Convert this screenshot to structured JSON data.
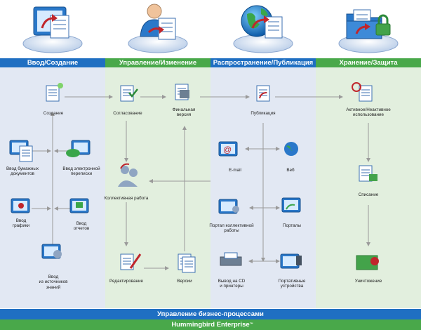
{
  "columns": [
    {
      "title": "Ввод/Создание"
    },
    {
      "title": "Управление/Изменение"
    },
    {
      "title": "Распространение/Публикация"
    },
    {
      "title": "Хранение/Защита"
    }
  ],
  "nodes": {
    "create": "Создание",
    "paper": "Ввод бумажных\nдокументов",
    "email_in": "Ввод электронной\nпереписки",
    "graphics": "Ввод\nграфики",
    "reports": "Ввод\nотчетов",
    "knowledge": "Ввод\nиз источников\nзнаний",
    "approve": "Согласование",
    "final": "Финальная\nверсия",
    "collab": "Коллективная работа",
    "edit": "Редактирование",
    "versions": "Версии",
    "publish": "Публикация",
    "email": "E-mail",
    "web": "Веб",
    "portal_collab": "Портал коллективной\nработы",
    "portals": "Порталы",
    "cd": "Вывод на CD\nи принтеры",
    "portable": "Портативные\nустройства",
    "active": "Активное/Неактивное\nиспользование",
    "writeoff": "Списание",
    "destroy": "Уничтожение"
  },
  "footer": {
    "bpm": "Управление бизнес-процессами",
    "product": "Hummingbird Enterprise",
    "tm": "™"
  },
  "colors": {
    "blue": "#1f6fc2",
    "green": "#49a84a",
    "arrow": "#9a9a9a"
  }
}
